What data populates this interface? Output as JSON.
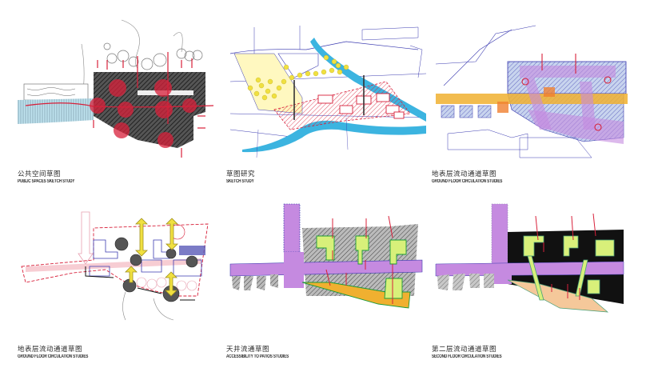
{
  "panels": [
    {
      "id": "public-spaces",
      "caption_cn": "公共空间草图",
      "caption_en": "PUBLIC SPACES SKETCH STUDY"
    },
    {
      "id": "sketch-study",
      "caption_cn": "草图研究",
      "caption_en": "SKETCH STUDY"
    },
    {
      "id": "ground-floor-circulation-1",
      "caption_cn": "地表层流动通道草图",
      "caption_en": "GROUND FLOOR CIRCULATION STUDIES"
    },
    {
      "id": "ground-floor-circulation-2",
      "caption_cn": "地表层流动通道草图",
      "caption_en": "GROUND FLOOR CIRCULATION STUDIES"
    },
    {
      "id": "patios-accessibility",
      "caption_cn": "天井流通草图",
      "caption_en": "ACCESSIBILITY TO PATIOS STUDIES"
    },
    {
      "id": "second-floor-circulation",
      "caption_cn": "第二层流动通道草图",
      "caption_en": "SECOND FLOOR CIRCULATION STUDIES"
    }
  ],
  "colors": {
    "background": "#ffffff",
    "caption_text": "#2a2a2a",
    "marker_red": "#d8203a",
    "marker_blue": "#3a3ab0",
    "marker_cyan": "#3cb4e0",
    "marker_yellow": "#f0e040",
    "marker_purple": "#c58ae0",
    "marker_orange": "#f0a030",
    "marker_lime": "#d8f07a",
    "marker_green": "#1a9a3a",
    "hatch_dark": "#3a3a3a"
  }
}
